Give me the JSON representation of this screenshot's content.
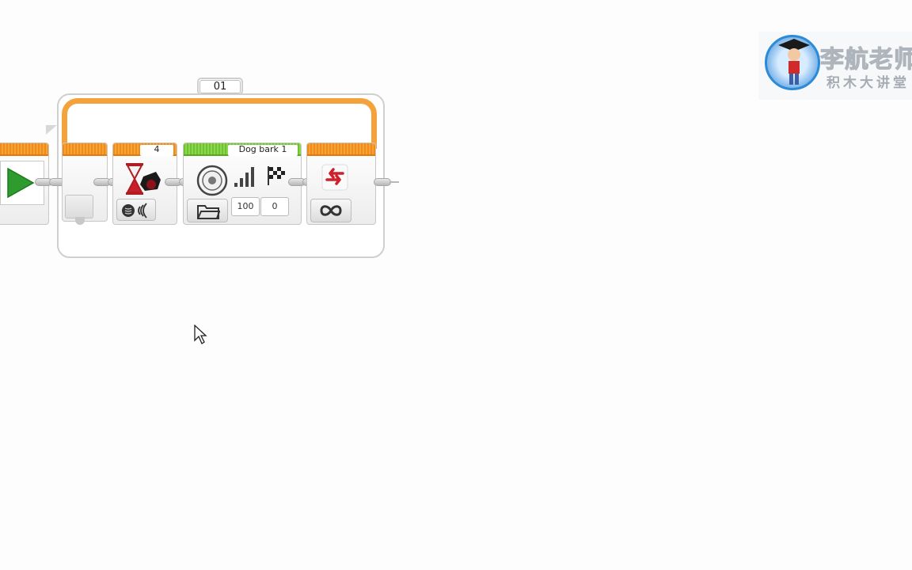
{
  "loop": {
    "name": "01",
    "mode": "infinite"
  },
  "wait_block": {
    "value": "4"
  },
  "sound_block": {
    "file_name": "Dog bark 1",
    "volume": "100",
    "play_type": "0"
  },
  "logo": {
    "title": "李航老师",
    "subtitle": "积木大讲堂"
  },
  "colors": {
    "flow_orange": "#f4a33c",
    "action_green": "#6cc22f",
    "start_green": "#2e9b2e",
    "loop_red": "#d0202a"
  }
}
